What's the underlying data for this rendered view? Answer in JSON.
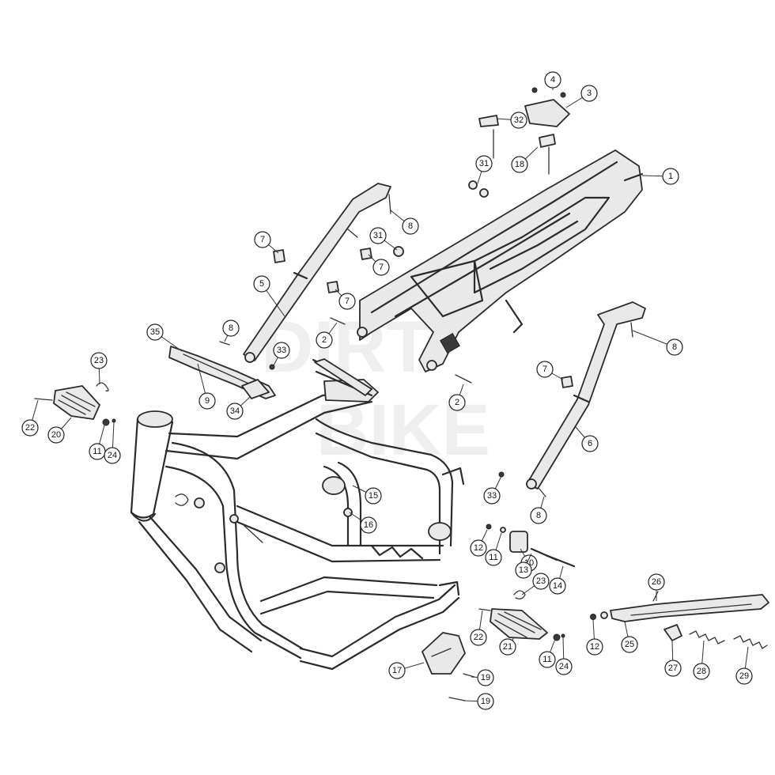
{
  "watermark": {
    "line1": "DIRT",
    "line2": "BIKE"
  },
  "callouts": [
    "1",
    "2",
    "2",
    "3",
    "4",
    "5",
    "6",
    "7",
    "7",
    "7",
    "7",
    "8",
    "8",
    "8",
    "8",
    "9",
    "10",
    "11",
    "11",
    "11",
    "12",
    "12",
    "13",
    "14",
    "15",
    "16",
    "17",
    "18",
    "19",
    "19",
    "20",
    "21",
    "22",
    "22",
    "23",
    "23",
    "24",
    "24",
    "25",
    "26",
    "27",
    "28",
    "29",
    "31",
    "31",
    "32",
    "33",
    "33",
    "34",
    "35"
  ]
}
